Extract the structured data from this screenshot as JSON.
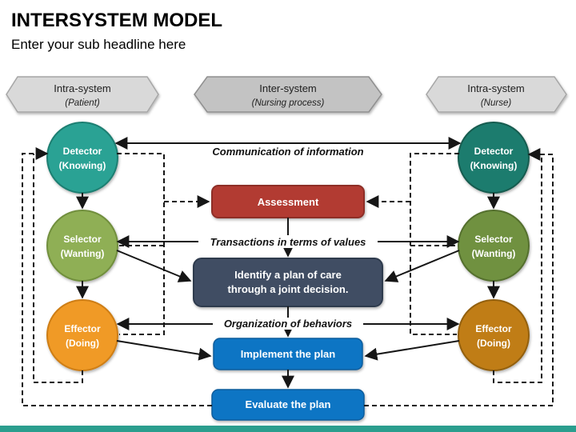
{
  "slide": {
    "title": "INTERSYSTEM MODEL",
    "subtitle": "Enter your sub headline here"
  },
  "lanes": {
    "patient": {
      "label": "Intra-system",
      "sublabel": "(Patient)"
    },
    "process": {
      "label": "Inter-system",
      "sublabel": "(Nursing process)"
    },
    "nurse": {
      "label": "Intra-system",
      "sublabel": "(Nurse)"
    }
  },
  "nodes": {
    "patient_detector": {
      "line1": "Detector",
      "line2": "(Knowing)"
    },
    "patient_selector": {
      "line1": "Selector",
      "line2": "(Wanting)"
    },
    "patient_effector": {
      "line1": "Effector",
      "line2": "(Doing)"
    },
    "nurse_detector": {
      "line1": "Detector",
      "line2": "(Knowing)"
    },
    "nurse_selector": {
      "line1": "Selector",
      "line2": "(Wanting)"
    },
    "nurse_effector": {
      "line1": "Effector",
      "line2": "(Doing)"
    }
  },
  "steps": {
    "assessment": "Assessment",
    "plan_line1": "Identify a plan of care",
    "plan_line2": "through a joint decision.",
    "implement": "Implement the plan",
    "evaluate": "Evaluate the plan"
  },
  "flow_labels": {
    "communication": "Communication of information",
    "transactions": "Transactions in terms of values",
    "organization": "Organization of behaviors"
  },
  "colors": {
    "patient_detector": "#2BA294",
    "patient_selector": "#8FAF55",
    "patient_effector": "#F09A27",
    "nurse_detector": "#1E7C6E",
    "nurse_selector": "#6F9140",
    "nurse_effector": "#C07D18",
    "assessment": "#B23B33",
    "plan": "#3F4E63",
    "implement": "#0D75C4",
    "evaluate": "#0D75C4",
    "lane_outer": "#D9D9D9",
    "lane_center": "#C3C3C3",
    "accent_bar": "#2B9E8E"
  }
}
